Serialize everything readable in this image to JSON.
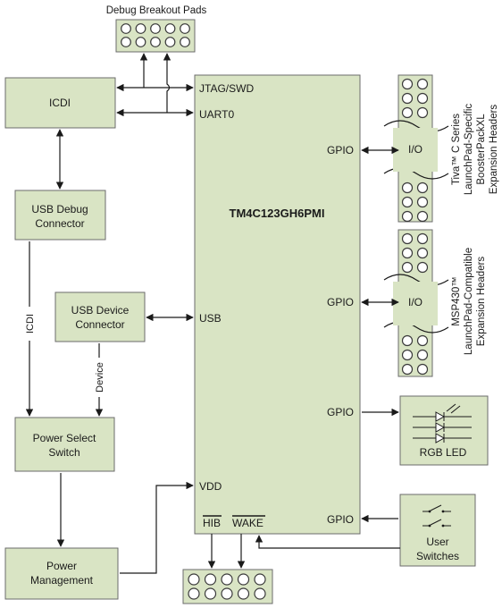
{
  "labels": {
    "debug_pads": "Debug Breakout Pads",
    "icdi": "ICDI",
    "usb_debug_1": "USB Debug",
    "usb_debug_2": "Connector",
    "usb_device_1": "USB Device",
    "usb_device_2": "Connector",
    "icdi_line": "ICDI",
    "device_line": "Device",
    "power_select_1": "Power Select",
    "power_select_2": "Switch",
    "power_mgmt_1": "Power",
    "power_mgmt_2": "Management",
    "chip_name": "TM4C123GH6PMI",
    "pin_jtag": "JTAG/SWD",
    "pin_uart": "UART0",
    "pin_usb": "USB",
    "pin_vdd": "VDD",
    "pin_hib": "HIB",
    "pin_wake": "WAKE",
    "gpio": "GPIO",
    "io": "I/O",
    "tiva_1": "Tiva™ C Series",
    "tiva_2": "LaunchPad-Specific",
    "tiva_3": "BoosterPackXL",
    "tiva_4": "Expansion Headers",
    "msp_1": "MSP430™",
    "msp_2": "LaunchPad-Compatible",
    "msp_3": "Expansion Headers",
    "rgb_led": "RGB LED",
    "user_1": "User",
    "user_2": "Switches"
  }
}
